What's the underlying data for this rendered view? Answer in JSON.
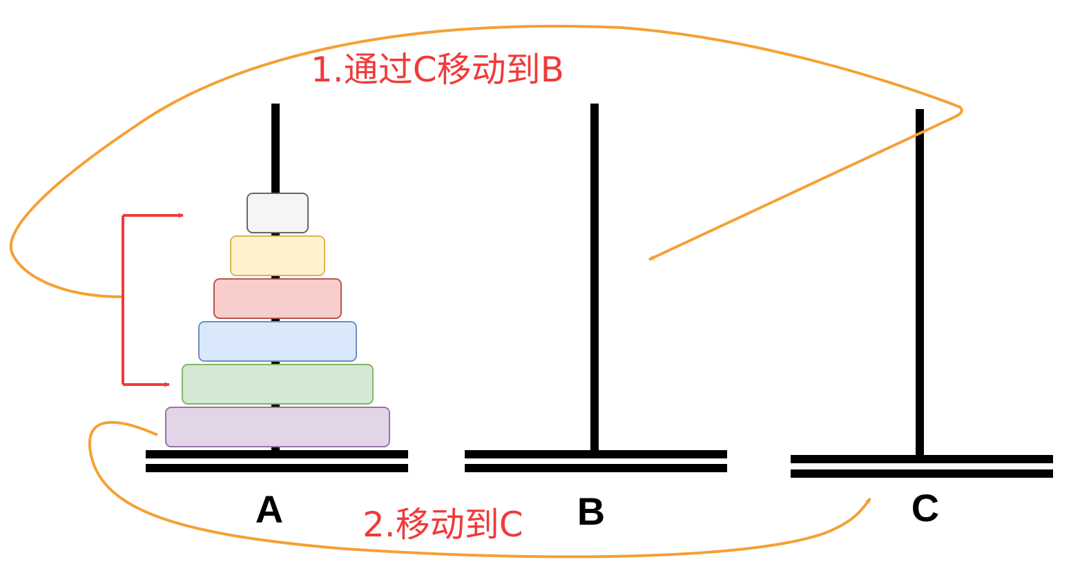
{
  "steps": {
    "step1": "1.通过C移动到B",
    "step2": "2.移动到C"
  },
  "pegs": {
    "a": "A",
    "b": "B",
    "c": "C"
  },
  "colors": {
    "pole": "#000000",
    "step_text": "#f03a3a",
    "curve_arrow": "#f5a033",
    "bracket_arrow": "#f03a3a",
    "disk_fills": [
      "#f5f5f5",
      "#fff2cc",
      "#f8cecc",
      "#dae8fc",
      "#d5e8d4",
      "#e1d5e7"
    ],
    "disk_strokes": [
      "#666666",
      "#d6b656",
      "#b85450",
      "#6c8ebf",
      "#82b366",
      "#9673a6"
    ]
  },
  "peg_a_disk_count": 6
}
